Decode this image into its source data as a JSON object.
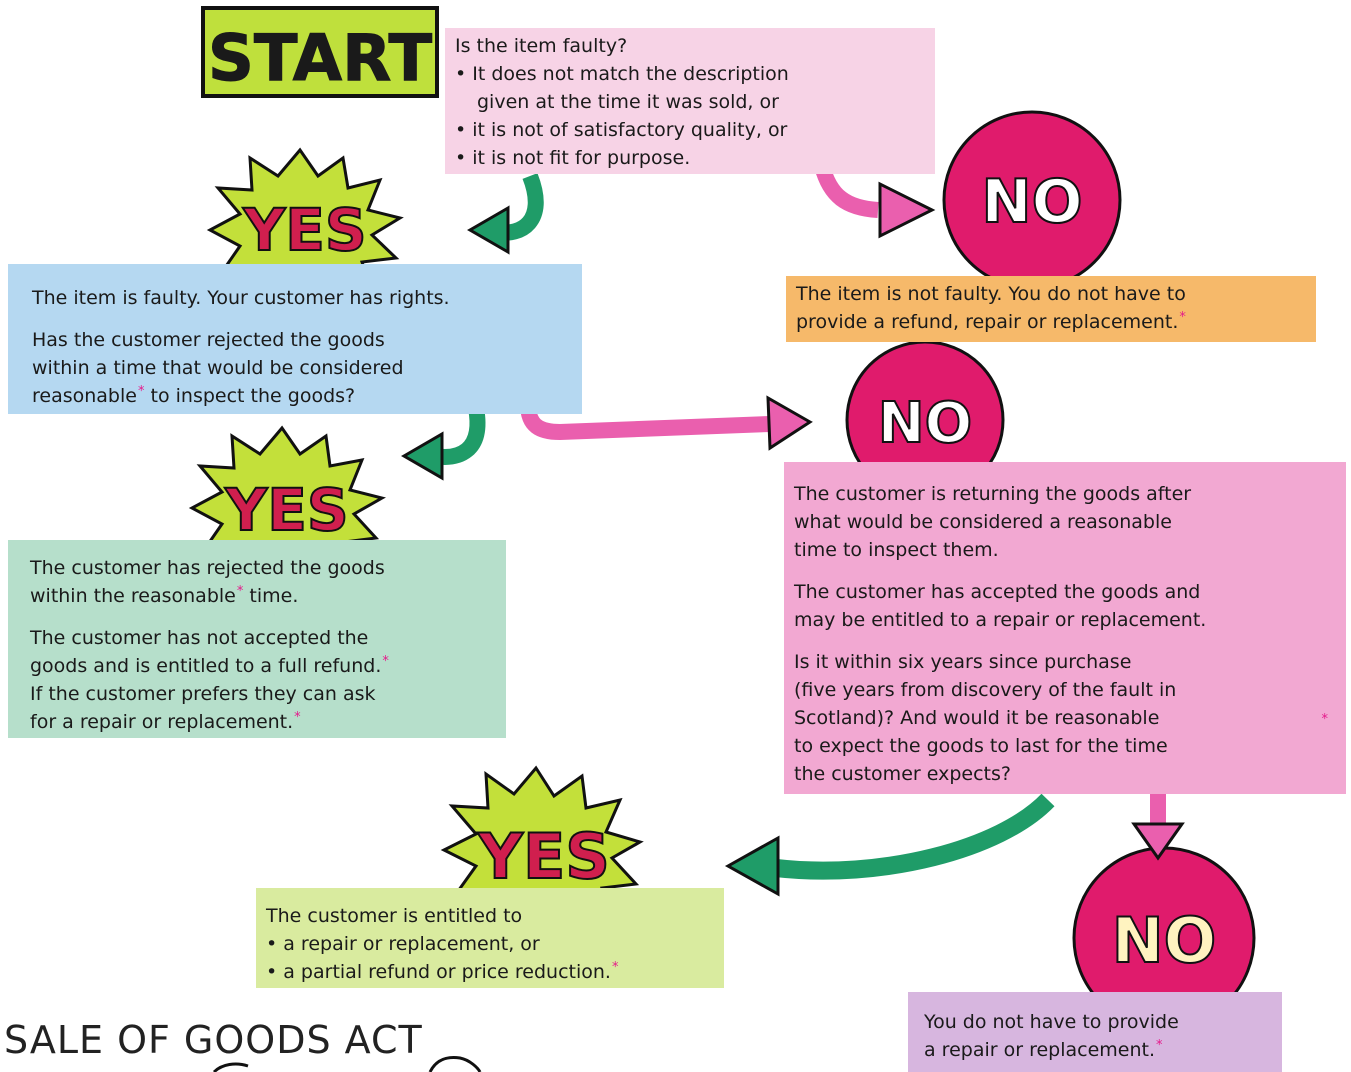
{
  "start": {
    "label": "START"
  },
  "question_faulty": {
    "title": "Is the item faulty?",
    "bullets": [
      "It does not match the description",
      "given at the time it was sold, or",
      "it is not of satisfactory quality, or",
      "it is not fit for purpose."
    ]
  },
  "labels": {
    "yes": "YES",
    "no": "NO"
  },
  "faulty_yes": {
    "line1": "The item is faulty. Your customer has rights.",
    "line2a": "Has the customer rejected the goods",
    "line2b": "within a time that would be considered",
    "line2c": "reasonable",
    "line2d": "to inspect the goods?"
  },
  "faulty_no": {
    "line1": "The item is not faulty. You do not have to",
    "line2": "provide a refund, repair or replacement."
  },
  "rejected_yes": {
    "p1a": "The customer has rejected the goods",
    "p1b": "within the reasonable",
    "p1c": "time.",
    "p2a": "The customer has not accepted the",
    "p2b": "goods and is entitled to a full refund.",
    "p2c": "If the customer prefers they can ask",
    "p2d": "for a repair or replacement."
  },
  "rejected_no": {
    "p1a": "The customer is returning the goods after",
    "p1b": "what would be considered a reasonable",
    "p1c": "time to inspect them.",
    "p2a": "The customer has accepted the goods and",
    "p2b": "may be entitled to a repair or replacement.",
    "p3a": "Is it within six years since purchase",
    "p3b": "(five years from discovery of the fault in",
    "p3c": "Scotland)? And would it be reasonable",
    "p3d": "to expect the goods to last for the time",
    "p3e": "the customer expects?"
  },
  "six_years_yes": {
    "title": "The customer is entitled to",
    "bullets": [
      "a repair or replacement, or",
      "a partial refund or price reduction."
    ]
  },
  "six_years_no": {
    "line1": "You do not have to provide",
    "line2": "a repair or replacement."
  },
  "footnote_marker": "*",
  "footer": {
    "title": "SALE OF GOODS ACT"
  },
  "colors": {
    "pink_box": "#f7d3e6",
    "blue_box": "#b5d8f1",
    "orange_box": "#f6b96a",
    "green_box": "#b6dfcb",
    "magenta_box": "#f2a8d2",
    "lime_box": "#d9eb9f",
    "purple_box": "#d7b6df",
    "start_bg": "#bfe03c",
    "burst": "#c3e03a",
    "yes_text": "#d01f4e",
    "no_circle": "#e01b6c",
    "green_arrow": "#1f9c68",
    "pink_arrow": "#ea5fae"
  }
}
